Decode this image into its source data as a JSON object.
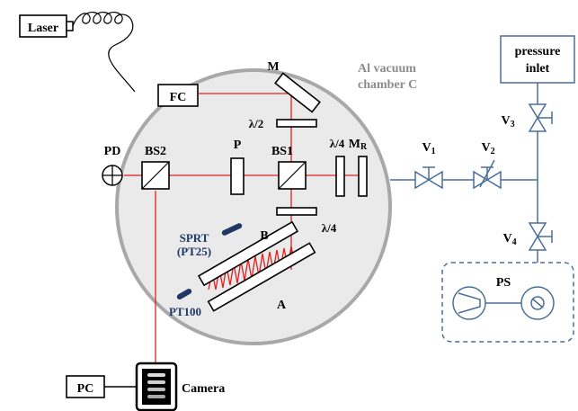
{
  "labels": {
    "laser": "Laser",
    "fc": "FC",
    "mirror": "M",
    "half_wave": "λ/2",
    "quarter_wave_right": "λ/4",
    "quarter_wave_bottom": "λ/4",
    "mirror_r": "M",
    "mirror_r_sub": "R",
    "pd": "PD",
    "bs2": "BS2",
    "polarizer": "P",
    "bs1": "BS1",
    "sprt_line1": "SPRT",
    "sprt_line2": "(PT25)",
    "pt100": "PT100",
    "cavity_b": "B",
    "cavity_a": "A",
    "chamber_line1": "Al vacuum",
    "chamber_line2": "chamber C",
    "pressure_line1": "pressure",
    "pressure_line2": "inlet",
    "v1": "V",
    "v1_sub": "1",
    "v2": "V",
    "v2_sub": "2",
    "v3": "V",
    "v3_sub": "3",
    "v4": "V",
    "v4_sub": "4",
    "ps": "PS",
    "pc": "PC",
    "camera": "Camera"
  },
  "colors": {
    "beam": "#e02020",
    "pipe": "#4a6e9a",
    "chamber_fill": "#eaeaea",
    "chamber_stroke": "#a8a8a8",
    "sensor": "#1f3864"
  }
}
